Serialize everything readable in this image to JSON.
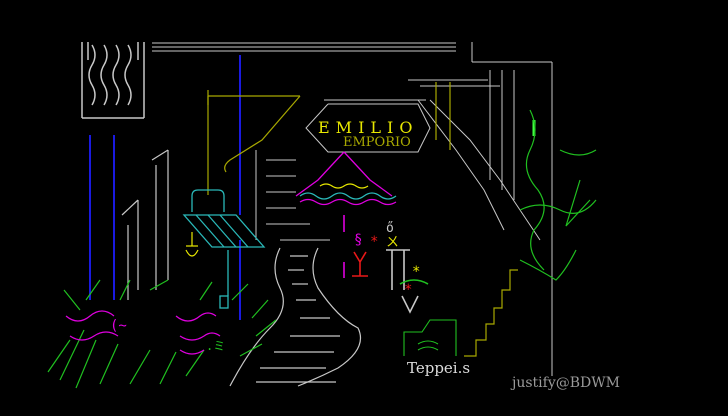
{
  "sign": {
    "title": "EMILIO",
    "subtitle": "EMPORIO"
  },
  "credits": {
    "artist": "Teppei.s",
    "justify": "justify@BDWM"
  },
  "palette": {
    "background": "#000000",
    "gray": "#c8c8c8",
    "yellow": "#e8e800",
    "olive": "#a8a800",
    "blue": "#1a1ae0",
    "cyan": "#2ab8b8",
    "magenta": "#e000e0",
    "red": "#e81818",
    "green": "#20c020"
  }
}
